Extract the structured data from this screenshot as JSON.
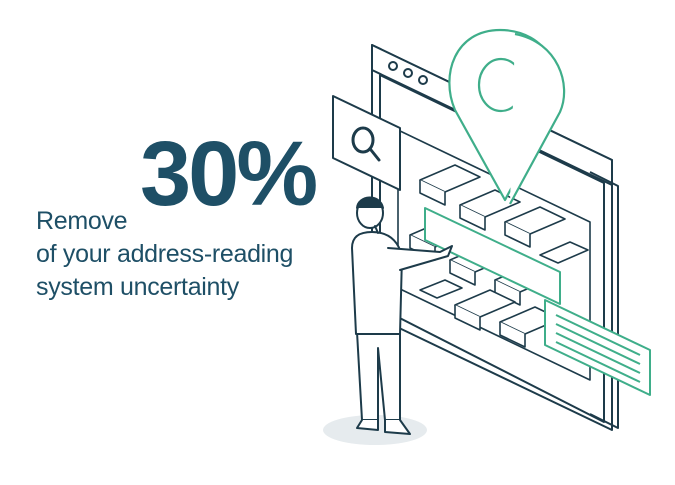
{
  "headline": {
    "prefix": "Remove",
    "percent": "30%",
    "line2": "of your address-reading",
    "line3": "system uncertainty"
  },
  "colors": {
    "brand_dark": "#1e4f66",
    "accent_green": "#3fae8a",
    "line_dark": "#1d3b4a",
    "shadow": "#e6ebee"
  },
  "illustration": {
    "icons": [
      "map-pin-icon",
      "magnifier-icon",
      "browser-window-icon",
      "person-icon"
    ]
  }
}
